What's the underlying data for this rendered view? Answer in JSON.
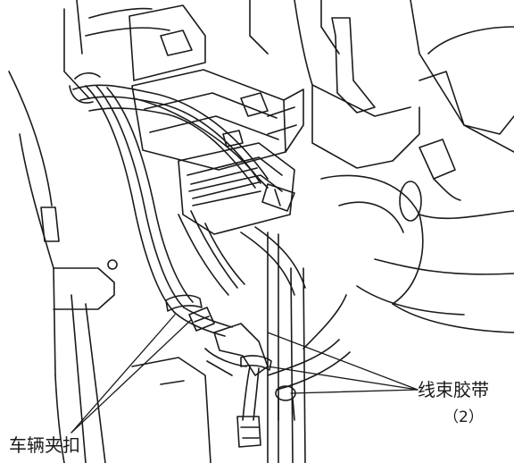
{
  "labels": {
    "harness_tie": "线束胶带",
    "harness_tie_qty": "（2）",
    "vehicle_clip": "车辆夹扣"
  },
  "colors": {
    "line": "#1a1a1a",
    "background": "#ffffff"
  }
}
